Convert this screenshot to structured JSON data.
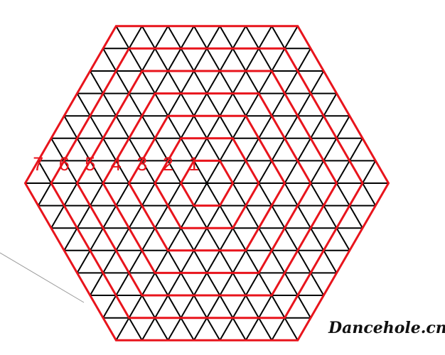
{
  "diagram": {
    "ring_count": 7,
    "ring_labels": [
      "1",
      "2",
      "3",
      "4",
      "5",
      "6",
      "7"
    ],
    "colors": {
      "grid": "#000000",
      "hexagon": "#e8141c",
      "label": "#e8141c",
      "watermark": "#111111",
      "watermark_accent": "#d9a441",
      "background": "#ffffff"
    }
  },
  "watermark": {
    "text": "Dancehole.cn"
  }
}
